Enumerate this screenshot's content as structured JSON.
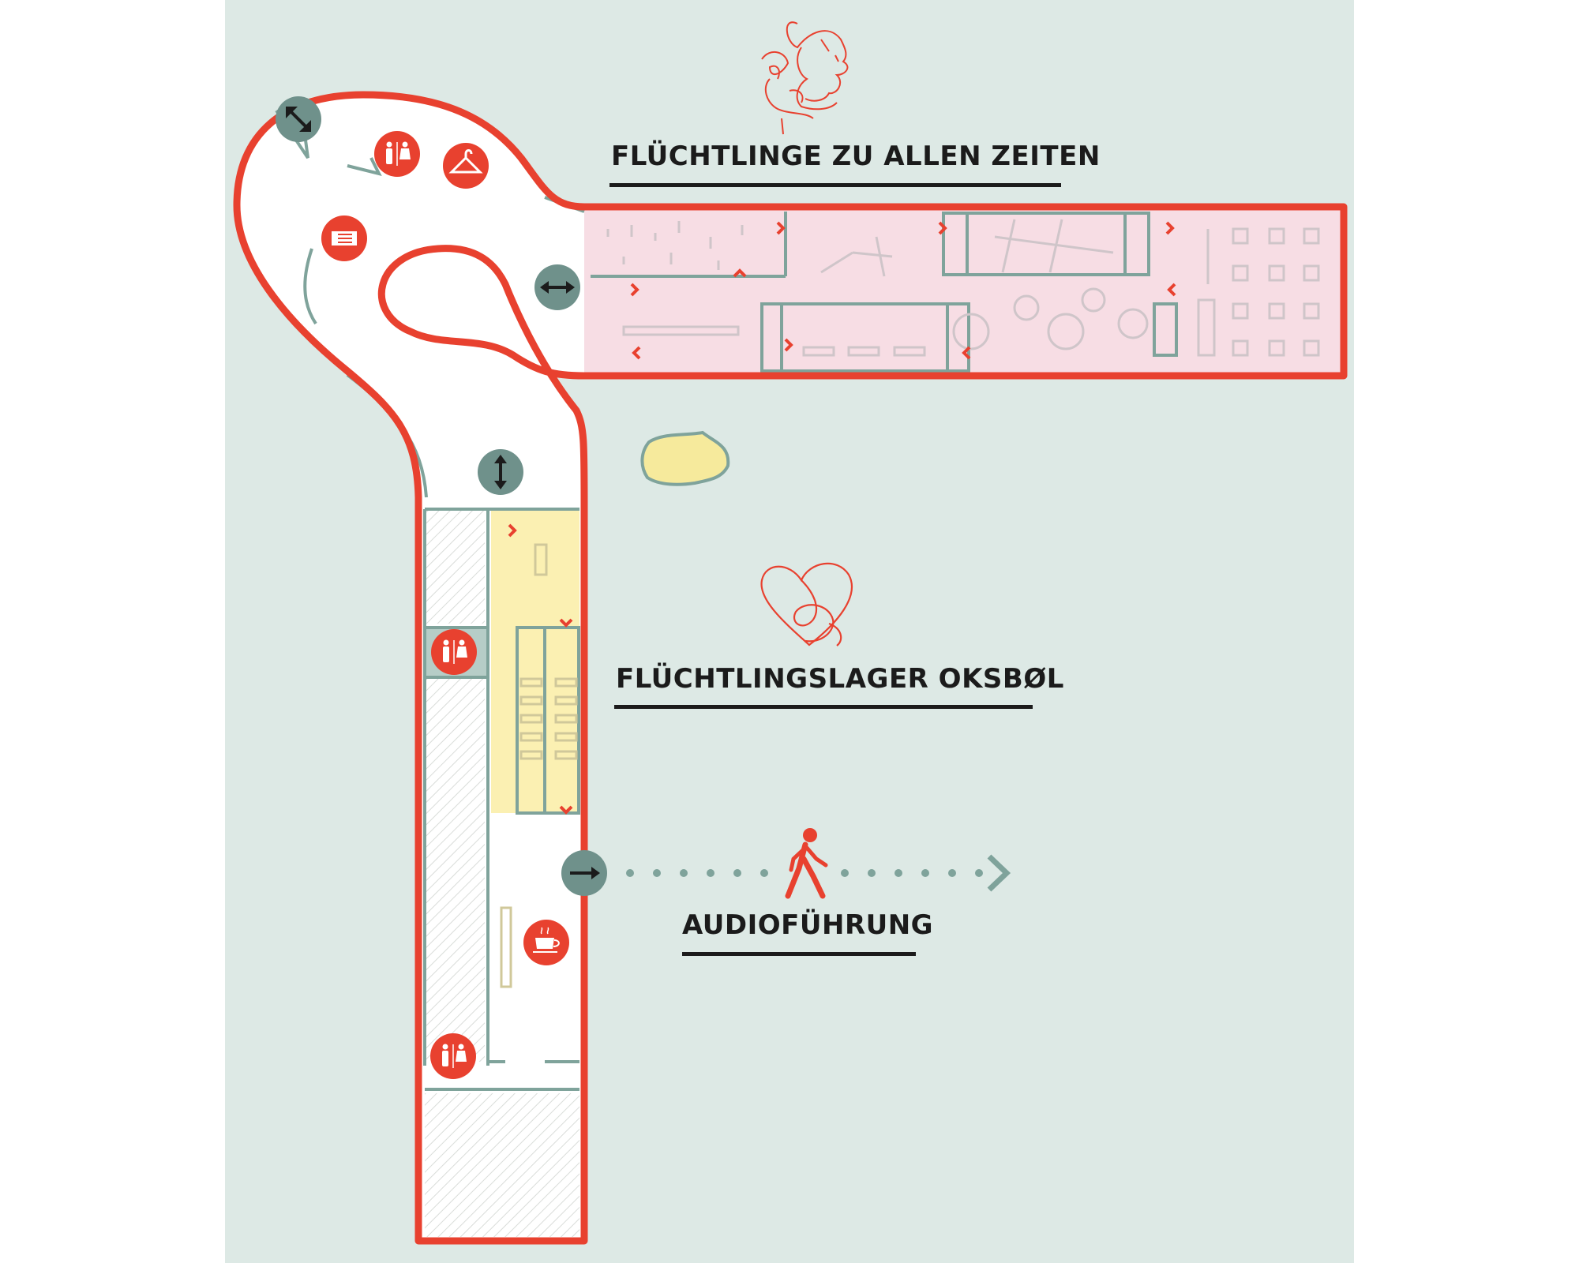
{
  "exhibits": {
    "exhibit_1": {
      "title": "FLÜCHTLINGE ZU ALLEN ZEITEN",
      "icon": "face-line-drawing-icon"
    },
    "exhibit_2": {
      "title": "FLÜCHTLINGSLAGER OKSBØL",
      "icon": "heart-line-drawing-icon"
    },
    "audio_tour": {
      "title": "AUDIOFÜHRUNG",
      "icon": "walking-person-icon"
    }
  },
  "facilities": [
    "restroom-icon",
    "cloakroom-hanger-icon",
    "ticket-icon",
    "cafe-coffee-icon"
  ],
  "navigation_markers": [
    "diagonal-double-arrow-icon",
    "horizontal-double-arrow-icon",
    "vertical-double-arrow-icon",
    "exit-arrow-icon"
  ],
  "colors": {
    "background": "#dde9e5",
    "building_outline": "#e8412f",
    "exhibit_1_area": "#f7dde4",
    "exhibit_2_area": "#fbf0b2",
    "corridor": "#ffffff",
    "walls": "#7fa39b",
    "icon_fill": "#e8412f",
    "nav_marker_fill": "#6f918b",
    "text": "#1b1b1b"
  }
}
